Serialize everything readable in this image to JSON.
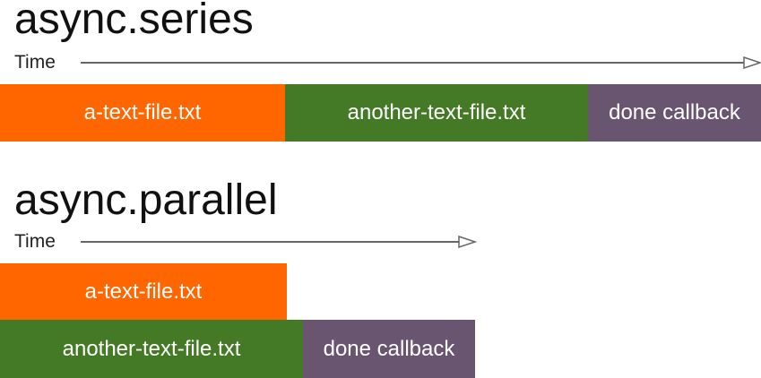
{
  "series": {
    "title": "async.series",
    "time_label": "Time",
    "bars": [
      {
        "label": "a-text-file.txt",
        "color": "#ff6600"
      },
      {
        "label": "another-text-file.txt",
        "color": "#447a25"
      },
      {
        "label": "done callback",
        "color": "#6a5570"
      }
    ]
  },
  "parallel": {
    "title": "async.parallel",
    "time_label": "Time",
    "bars": [
      {
        "label": "a-text-file.txt",
        "color": "#ff6600"
      },
      {
        "label": "another-text-file.txt",
        "color": "#447a25"
      },
      {
        "label": "done callback",
        "color": "#6a5570"
      }
    ]
  },
  "arrow_color": "#666666"
}
